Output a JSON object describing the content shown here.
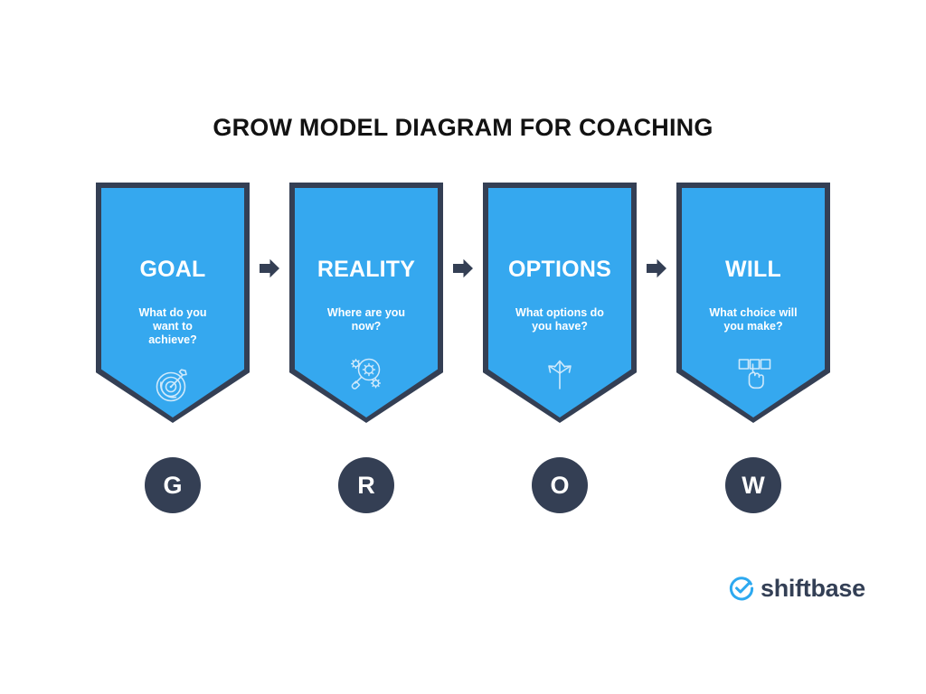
{
  "page": {
    "title": "GROW MODEL DIAGRAM FOR COACHING",
    "background_color": "#ffffff"
  },
  "colors": {
    "banner_fill": "#35a8ef",
    "banner_outline": "#343f54",
    "circle_fill": "#343f54",
    "title_text": "#121212",
    "banner_text": "#ffffff",
    "arrow": "#343f54",
    "brand_mark": "#2da9f0",
    "brand_text": "#333f55"
  },
  "steps": [
    {
      "heading": "GOAL",
      "question": "What do you want you achieve?",
      "question_display": "What do you\nwant to\nachieve?",
      "icon": "target-dart-icon",
      "letter": "G"
    },
    {
      "heading": "REALITY",
      "question": "Where are you now?",
      "question_display": "Where are you\nnow?",
      "icon": "magnifier-gears-icon",
      "letter": "R"
    },
    {
      "heading": "OPTIONS",
      "question": "What options do you have?",
      "question_display": "What options do\nyou have?",
      "icon": "branching-arrows-icon",
      "letter": "O"
    },
    {
      "heading": "WILL",
      "question": "What choice will you make?",
      "question_display": "What choice will\nyou make?",
      "icon": "hand-choice-boxes-icon",
      "letter": "W"
    }
  ],
  "connectors": [
    {
      "icon": "arrow-right-icon"
    },
    {
      "icon": "arrow-right-icon"
    },
    {
      "icon": "arrow-right-icon"
    }
  ],
  "brand": {
    "name": "shiftbase",
    "mark": "circle-check-icon"
  }
}
